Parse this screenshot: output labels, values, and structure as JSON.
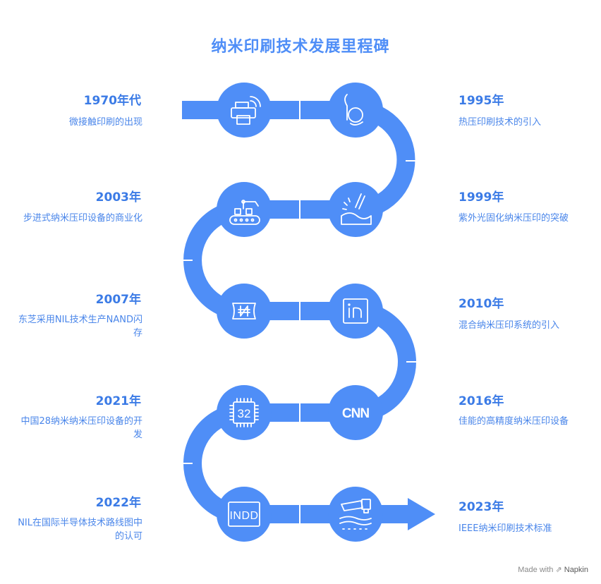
{
  "title": "纳米印刷技术发展里程碑",
  "milestones": [
    {
      "year": "1970年代",
      "desc": "微接触印刷的出现",
      "icon": "printer-wifi-icon"
    },
    {
      "year": "1995年",
      "desc": "热压印刷技术的引入",
      "icon": "brand-b-icon"
    },
    {
      "year": "2003年",
      "desc": "步进式纳米压印设备的商业化",
      "icon": "conveyor-robot-icon"
    },
    {
      "year": "1999年",
      "desc": "紫外光固化纳米压印的突破",
      "icon": "uv-curing-icon"
    },
    {
      "year": "2007年",
      "desc": "东芝采用NIL技术生产NAND闪存",
      "icon": "naira-icon"
    },
    {
      "year": "2010年",
      "desc": "混合纳米压印系统的引入",
      "icon": "indesign-in-icon"
    },
    {
      "year": "2021年",
      "desc": "中国28纳米纳米压印设备的开发",
      "icon": "chip-32-icon"
    },
    {
      "year": "2016年",
      "desc": "佳能的高精度纳米压印设备",
      "icon": "cnn-icon"
    },
    {
      "year": "2022年",
      "desc": "NIL在国际半导体技术路线图中的认可",
      "icon": "indd-icon"
    },
    {
      "year": "2023年",
      "desc": "IEEE纳米印刷技术标准",
      "icon": "laser-engraving-icon"
    }
  ],
  "footer": {
    "made_with": "Made with",
    "brand": "Napkin"
  },
  "colors": {
    "accent": "#4f8ef7",
    "text": "#3b7be6"
  }
}
